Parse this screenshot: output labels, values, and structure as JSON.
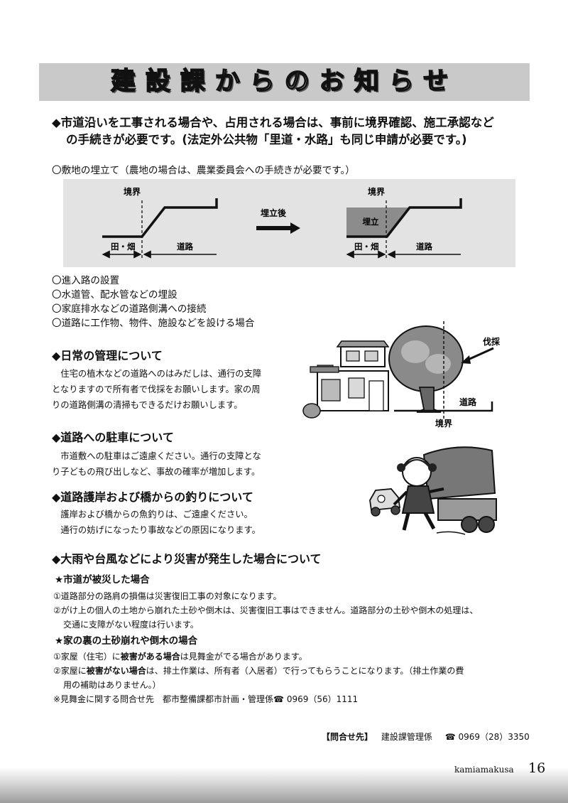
{
  "header": {
    "title": "建設課からのお知らせ"
  },
  "intro": {
    "line1": "◆市道沿いを工事される場合や、占用される場合は、事前に境界確認、施工承認など",
    "line2": "の手続きが必要です。(法定外公共物「里道・水路」も同じ申請が必要です。)"
  },
  "landfill": {
    "heading": "〇敷地の埋立て（農地の場合は、農業委員会への手続きが必要です。）"
  },
  "figure1": {
    "boundary_left": "境界",
    "boundary_right": "境界",
    "field_left": "田・畑",
    "road_left": "道路",
    "arrow_label": "埋立後",
    "fill_label": "埋立",
    "field_right": "田・畑",
    "road_right": "道路"
  },
  "items": [
    "〇進入路の設置",
    "〇水道管、配水管などの埋設",
    "〇家庭排水などの道路側溝への接続",
    "〇道路に工作物、物件、施設などを設ける場合"
  ],
  "daily": {
    "heading": "◆日常の管理について",
    "lines": [
      "　住宅の植木などの道路へのはみだしは、通行の支障",
      "となりますので所有者で伐採をお願いします。家の周",
      "りの道路側溝の清掃もできるだけお願いします。"
    ]
  },
  "figure2": {
    "cut_label": "伐採",
    "road_label": "道路",
    "boundary_label": "境界"
  },
  "parking": {
    "heading": "◆道路への駐車について",
    "lines": [
      "　市道敷への駐車はご遠慮ください。通行の支障とな",
      "り子どもの飛び出しなど、事故の確率が増加します。"
    ]
  },
  "fishing": {
    "heading": "◆道路護岸および橋からの釣りについて",
    "lines": [
      "　護岸および橋からの魚釣りは、ご遠慮ください。",
      "　通行の妨げになったり事故などの原因になります。"
    ]
  },
  "disaster": {
    "heading": "◆大雨や台風などにより災害が発生した場合について",
    "sub1": "★市道が被災した場合",
    "sub1_lines": [
      "①道路部分の路肩の損傷は災害復旧工事の対象になります。",
      "②がけ上の個人の土地から崩れた土砂や倒木は、災害復旧工事はできません。道路部分の土砂や倒木の処理は、",
      "交通に支障がない程度は行います。"
    ],
    "sub2": "★家の裏の土砂崩れや倒木の場合",
    "sub2_l1_a": "①家屋（住宅）に",
    "sub2_l1_b": "被害がある場合",
    "sub2_l1_c": "は見舞金がでる場合があります。",
    "sub2_l2_a": "②家屋に",
    "sub2_l2_b": "被害がない場合",
    "sub2_l2_c": "は、排土作業は、所有者（入居者）で行ってもらうことになります。（排土作業の費",
    "sub2_l3": "用の補助はありません。）",
    "note": "※見舞金に関する問合せ先　都市整備課都市計画・管理係☎ 0969（56）1111"
  },
  "contact": {
    "label": "【問合せ先】",
    "dept": "建設課管理係",
    "tel": "☎ 0969（28）3350"
  },
  "footer": {
    "site": "kamiamakusa",
    "page": "16"
  }
}
